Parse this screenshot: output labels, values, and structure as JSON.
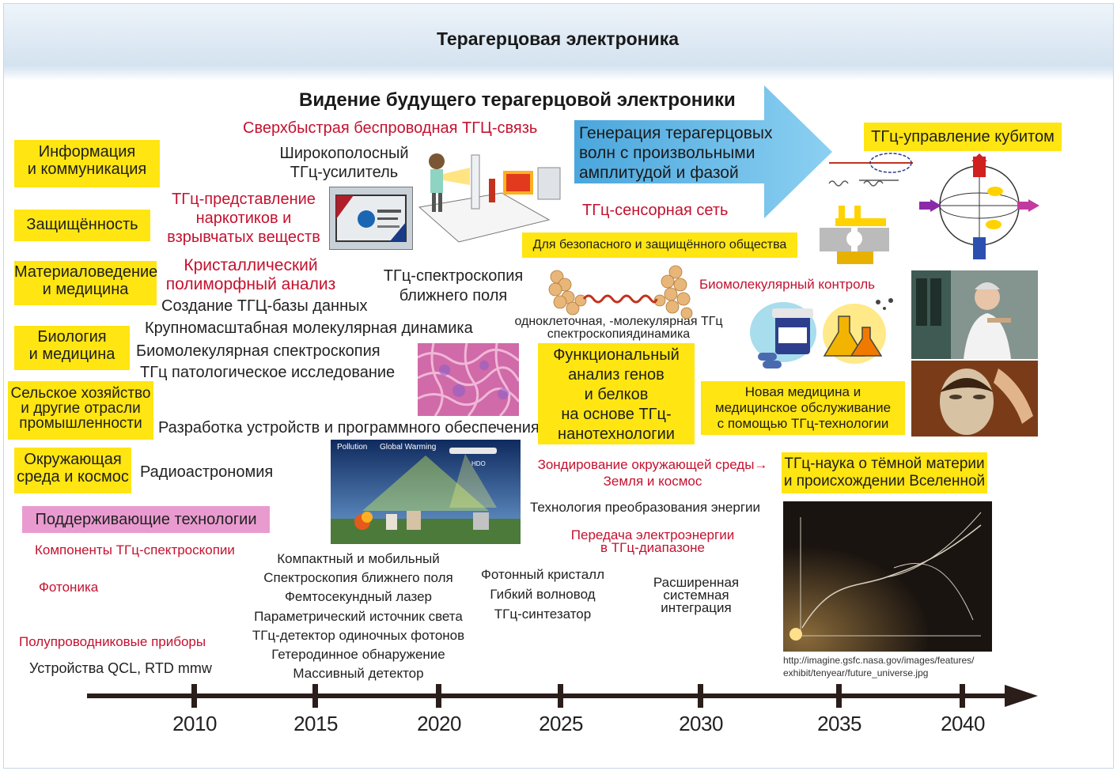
{
  "header": {
    "title": "Терагерцовая электроника"
  },
  "subtitle": "Видение будущего терагерцовой электроники",
  "categories": [
    {
      "line1": "Информация",
      "line2": "и коммуникация"
    },
    {
      "line1": "Защищённость",
      "line2": ""
    },
    {
      "line1": "Материаловедение",
      "line2": "и медицина"
    },
    {
      "line1": "Биология",
      "line2": "и медицина"
    },
    {
      "line1": "Сельское хозяйство",
      "line2": "и другие отрасли",
      "line3": "промышленности"
    },
    {
      "line1": "Окружающая",
      "line2": "среда и космос"
    }
  ],
  "supporting": "Поддерживающие технологии",
  "left_items": {
    "spectro_components": "Компоненты ТГц-спектроскопии",
    "photonics": "Фотоника",
    "semiconductors": "Полупроводниковые приборы",
    "qcl": "Устройства QCL, RTD mmw"
  },
  "center": {
    "ultrafast": "Сверхбыстрая беспроводная ТГЦ-связь",
    "broadband1": "Широкополосный",
    "broadband2": "ТГц-усилитель",
    "drugs1": "ТГц-представление",
    "drugs2": "наркотиков и",
    "drugs3": "взрывчатых веществ",
    "crystal1": "Кристаллический",
    "crystal2": "полиморфный анализ",
    "nearfield1": "ТГц-спектроскопия",
    "nearfield2": "ближнего поля",
    "database": "Создание ТГЦ-базы данных",
    "md": "Крупномасштабная молекулярная динамика",
    "biomol": "Биомолекулярная спектроскопия",
    "patho": "ТГц патологическое исследование",
    "devsw": "Разработка устройств и программного обеспечения",
    "radioastro": "Радиоастрономия"
  },
  "bottom_list_2015": [
    "Компактный и мобильный",
    "Спектроскопия ближнего поля",
    "Фемтосекундный лазер",
    "Параметрический источник света",
    "ТГц-детектор одиночных фотонов",
    "Гетеродинное обнаружение",
    "Массивный детектор"
  ],
  "bottom_list_2022": [
    "Фотонный кристалл",
    "Гибкий волновод",
    "ТГц-синтезатор"
  ],
  "bottom_list_2030": [
    "Расширенная",
    "системная",
    "интеграция"
  ],
  "arrow_text": [
    "Генерация терагерцовых",
    "волн с произвольными",
    "амплитудой и фазой"
  ],
  "right": {
    "qubit": "ТГц-управление кубитом",
    "sensor": "ТГц-сенсорная сеть",
    "society": "Для безопасного и защищённого общества",
    "singlecell1": "одноклеточная, -молекулярная ТГц",
    "singlecell2": "спектроскопиядинамика",
    "biocontrol": "Биомолекулярный контроль",
    "genes": [
      "Функциональный",
      "анализ генов",
      "и белков",
      "на основе ТГц-",
      "нанотехнологии"
    ],
    "medicine": [
      "Новая медицина и",
      "медицинское обслуживание",
      "с помощью ТГц-технологии"
    ],
    "env1": "Зондирование окружающей среды→",
    "env2": "Земля и космос",
    "energy": "Технология преобразования энергии",
    "power1": "Передача электроэнергии",
    "power2": "в ТГц-диапазоне",
    "dark": [
      "ТГц-наука о тёмной материи",
      "и происхождении Вселенной"
    ],
    "url1": "http://imagine.gsfc.nasa.gov/images/features/",
    "url2": "exhibit/tenyear/future_universe.jpg"
  },
  "figure_labels": {
    "pollution": "Pollution",
    "warming": "Global Warming",
    "hdo": "HDO"
  },
  "timeline": {
    "years": [
      "2010",
      "2015",
      "2020",
      "2025",
      "2030",
      "2035",
      "2040"
    ]
  },
  "colors": {
    "yellow": "#ffe511",
    "pink": "#e99bd0",
    "red_text": "#c4122f",
    "arrow": "#5fb2e3",
    "axis": "#2b1d1a"
  }
}
